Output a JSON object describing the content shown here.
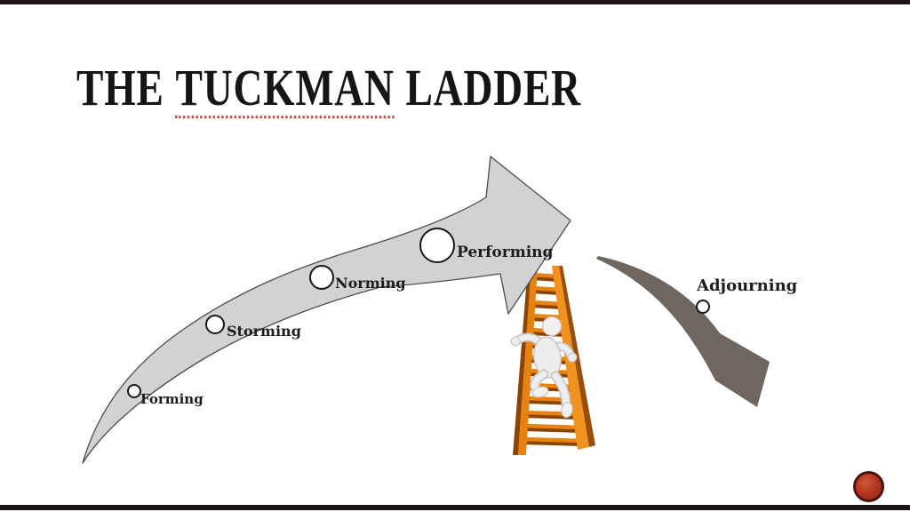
{
  "title": {
    "pre": "THE",
    "underlined": "TUCKMAN",
    "post": "LADDER"
  },
  "stages": [
    {
      "id": "forming",
      "label": "Forming"
    },
    {
      "id": "storming",
      "label": "Storming"
    },
    {
      "id": "norming",
      "label": "Norming"
    },
    {
      "id": "performing",
      "label": "Performing"
    },
    {
      "id": "adjourning",
      "label": "Adjourning"
    }
  ],
  "colors": {
    "accent_bar": "#1b1515",
    "ascending_arrow_fill": "#d2d2d2",
    "ascending_arrow_outline": "#4d4d4d",
    "descending_arrow_fill": "#6d6661",
    "ladder_orange": "#e8830f",
    "ladder_shadow": "#8a4408",
    "spellcheck_underline": "#c4463a",
    "logo_ring": "#4a150e",
    "logo_fill": "#b23420",
    "title_color": "#161414"
  }
}
